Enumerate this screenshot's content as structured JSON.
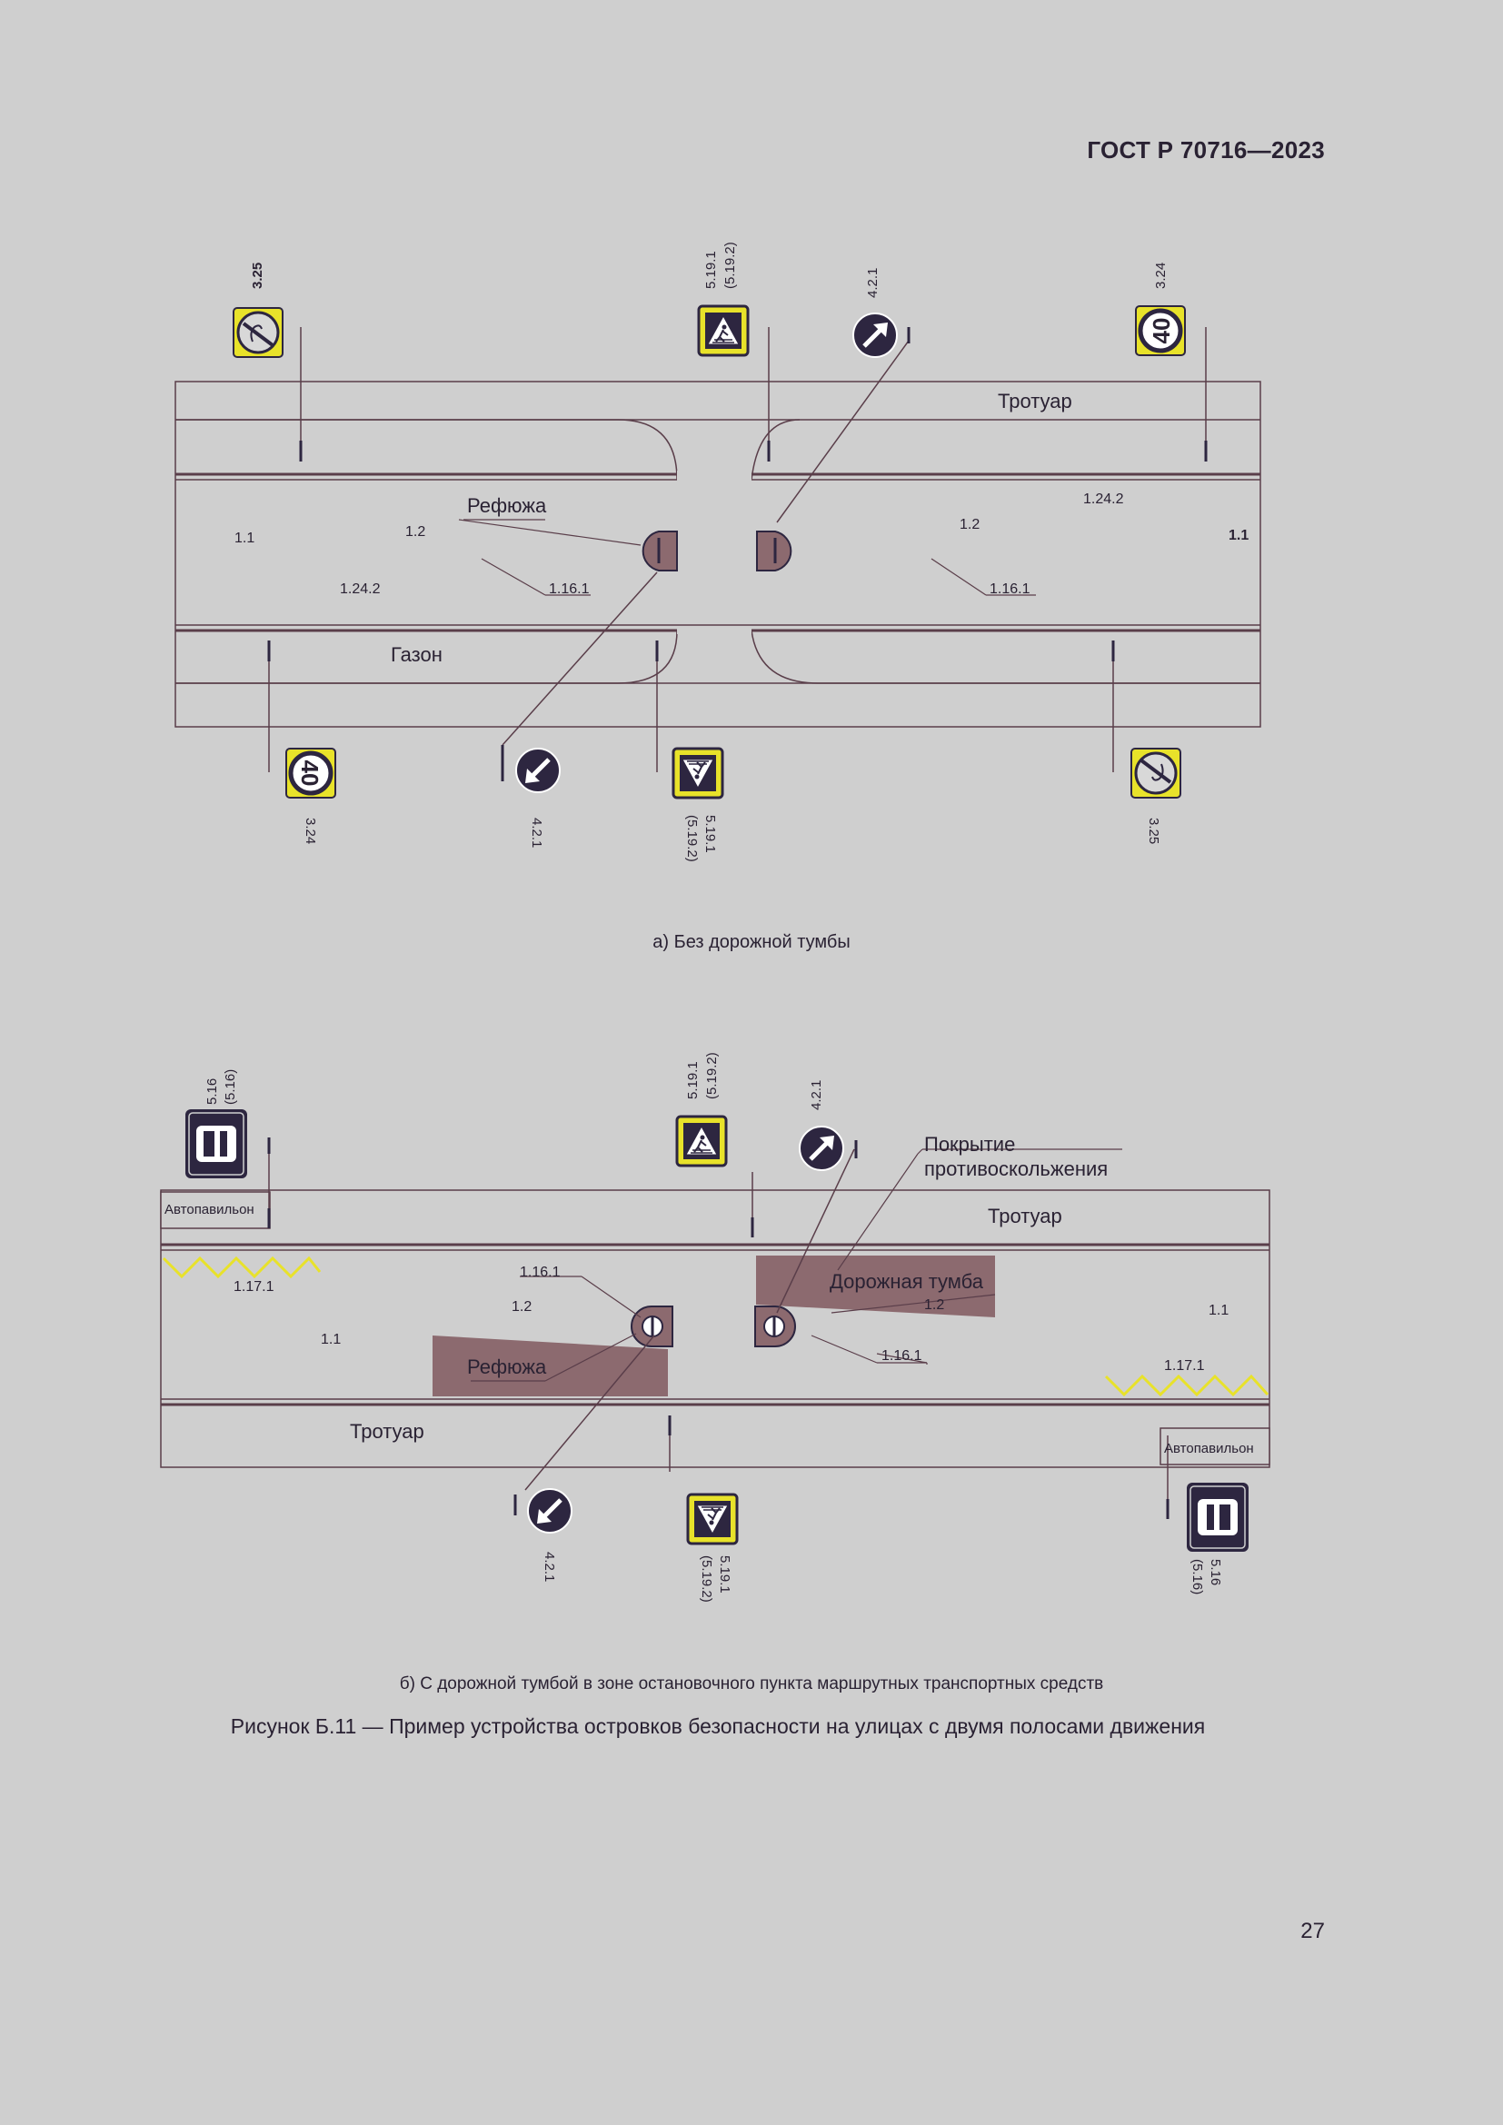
{
  "header": {
    "doc_id": "ГОСТ Р 70716—2023"
  },
  "page_number": "27",
  "colors": {
    "sign_yellow": "#e8e22a",
    "sign_dark": "#2d2640",
    "refuge": "#8c6a6f",
    "line": "#5a3e4a",
    "zigzag": "#e8e22a"
  },
  "diagram_a": {
    "caption": "а) Без дорожной тумбы",
    "labels": {
      "sidewalk": "Тротуар",
      "lawn": "Газон",
      "refuge": "Рефюжа",
      "m_1_1_left": "1.1",
      "m_1_1_right": "1.1",
      "m_1_2_left": "1.2",
      "m_1_2_right": "1.2",
      "m_1_24_2_left": "1.24.2",
      "m_1_24_2_right": "1.24.2",
      "m_1_16_1_left": "1.16.1",
      "m_1_16_1_right": "1.16.1"
    },
    "signs": {
      "top_3_25": {
        "code": "3.25",
        "icon": "end-no-overtaking-sign-icon"
      },
      "top_5_19": {
        "code": "5.19.1",
        "code2": "(5.19.2)",
        "icon": "pedestrian-crossing-sign-icon"
      },
      "top_4_2_1": {
        "code": "4.2.1",
        "icon": "keep-right-sign-icon"
      },
      "top_3_24": {
        "code": "3.24",
        "value": "40",
        "icon": "speed-limit-sign-icon"
      },
      "bottom_3_24": {
        "code": "3.24",
        "value": "40",
        "icon": "speed-limit-sign-icon"
      },
      "bottom_4_2_1": {
        "code": "4.2.1",
        "icon": "keep-right-sign-icon"
      },
      "bottom_5_19": {
        "code": "5.19.1",
        "code2": "(5.19.2)",
        "icon": "pedestrian-crossing-sign-icon"
      },
      "bottom_3_25": {
        "code": "3.25",
        "icon": "end-no-overtaking-sign-icon"
      }
    }
  },
  "diagram_b": {
    "caption": "б) С дорожной тумбой в зоне остановочного пункта маршрутных транспортных средств",
    "labels": {
      "sidewalk_top": "Тротуар",
      "sidewalk_bottom": "Тротуар",
      "pavilion_left": "Автопавильон",
      "pavilion_right": "Автопавильон",
      "anti_skid_line1": "Покрытие",
      "anti_skid_line2": "противоскольжения",
      "road_bollard": "Дорожная тумба",
      "refuge": "Рефюжа",
      "m_1_17_1_left": "1.17.1",
      "m_1_17_1_right": "1.17.1",
      "m_1_16_1_left": "1.16.1",
      "m_1_16_1_right": "1.16.1",
      "m_1_2_left": "1.2",
      "m_1_2_right": "1.2",
      "m_1_1_left": "1.1",
      "m_1_1_right": "1.1"
    },
    "signs": {
      "top_5_16": {
        "code": "5.16",
        "code2": "(5.16)",
        "icon": "bus-stop-sign-icon"
      },
      "top_5_19": {
        "code": "5.19.1",
        "code2": "(5.19.2)",
        "icon": "pedestrian-crossing-sign-icon"
      },
      "top_4_2_1": {
        "code": "4.2.1",
        "icon": "keep-right-sign-icon"
      },
      "bottom_4_2_1": {
        "code": "4.2.1",
        "icon": "keep-right-sign-icon"
      },
      "bottom_5_19": {
        "code": "5.19.1",
        "code2": "(5.19.2)",
        "icon": "pedestrian-crossing-sign-icon"
      },
      "bottom_5_16": {
        "code": "5.16",
        "code2": "(5.16)",
        "icon": "bus-stop-sign-icon"
      }
    }
  },
  "figure_title": "Рисунок Б.11 — Пример устройства островков безопасности на улицах с двумя полосами движения"
}
